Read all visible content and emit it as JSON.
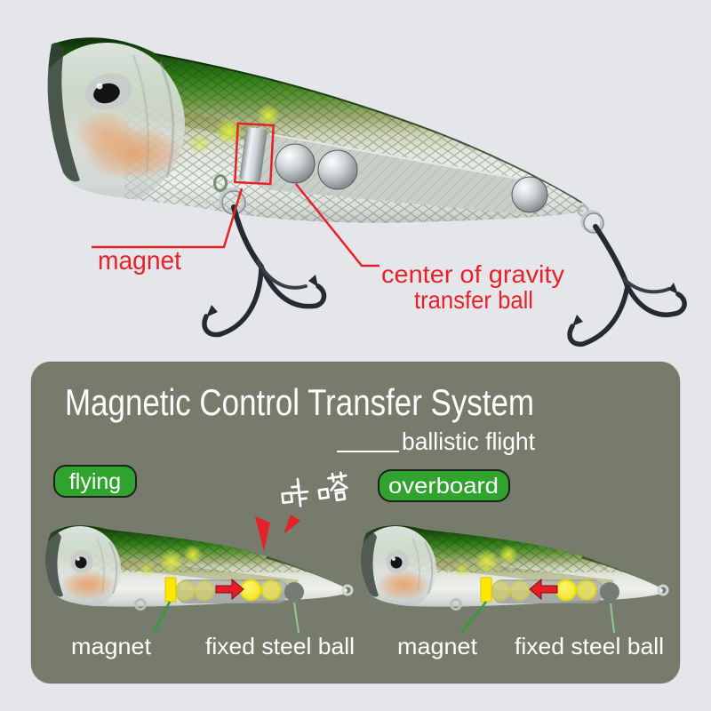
{
  "colors": {
    "background": "#e5e6e9",
    "panel": "#767b6b",
    "accent_red": "#e62129",
    "badge_green": "#2fa32e",
    "badge_border": "#1c221c",
    "text_white": "#ffffff",
    "pointer_green": "#2f9e38",
    "pointer_light_green": "#8fca92",
    "magnet_yellow": "#ffe800",
    "transfer_ball_yellow": "#f2e93c",
    "fixed_ball_gray": "#767b76"
  },
  "top_section": {
    "magnet_label": "magnet",
    "gravity_label_line1": "center of gravity",
    "gravity_label_line2": "transfer ball"
  },
  "panel": {
    "title": "Magnetic Control Transfer System",
    "subtitle": "ballistic flight",
    "flying_badge": "flying",
    "overboard_badge": "overboard",
    "sound_text": "咔嗒",
    "flying_lure": {
      "magnet_label": "magnet",
      "fixed_ball_label": "fixed steel ball"
    },
    "overboard_lure": {
      "magnet_label": "magnet",
      "fixed_ball_label": "fixed steel ball"
    }
  }
}
